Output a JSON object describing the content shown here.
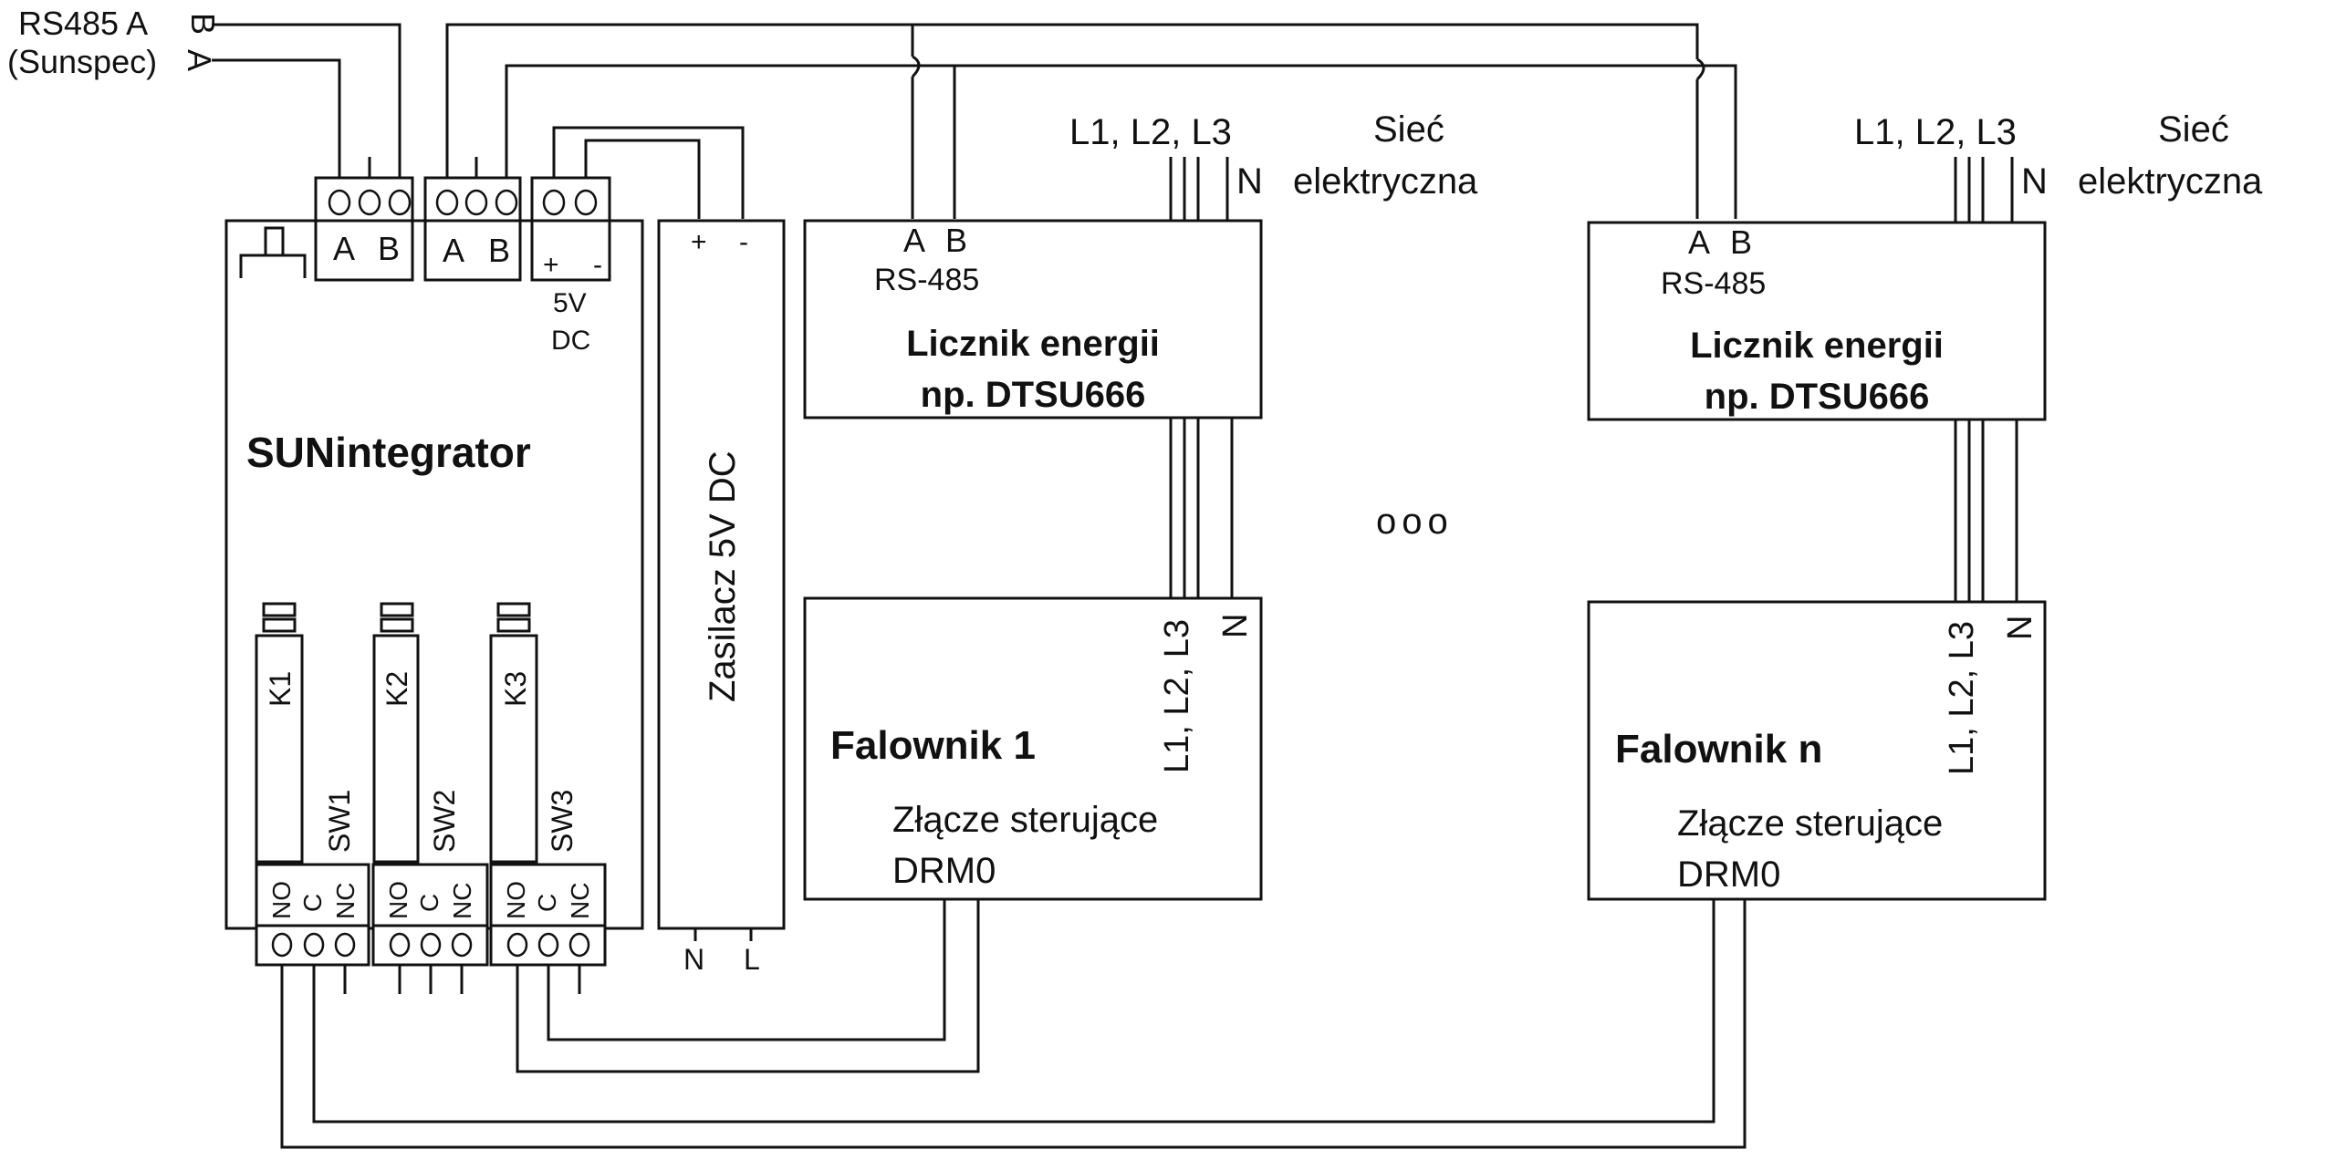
{
  "rs485_input": {
    "label_line1": "RS485 A",
    "label_line2": "(Sunspec)",
    "pin_b": "B",
    "pin_a": "A"
  },
  "integrator": {
    "title": "SUNintegrator",
    "terminal_rs485_1": {
      "a": "A",
      "b": "B"
    },
    "terminal_rs485_2": {
      "a": "A",
      "b": "B"
    },
    "terminal_power": {
      "plus": "+",
      "minus": "-",
      "label_line1": "5V",
      "label_line2": "DC"
    },
    "relays": [
      {
        "name": "K1",
        "switch": "SW1",
        "no": "NO",
        "c": "C",
        "nc": "NC"
      },
      {
        "name": "K2",
        "switch": "SW2",
        "no": "NO",
        "c": "C",
        "nc": "NC"
      },
      {
        "name": "K3",
        "switch": "SW3",
        "no": "NO",
        "c": "C",
        "nc": "NC"
      }
    ]
  },
  "power_supply": {
    "title": "Zasilacz 5V DC",
    "plus": "+",
    "minus": "-",
    "n": "N",
    "l": "L"
  },
  "meters": [
    {
      "pin_a": "A",
      "pin_b": "B",
      "bus": "RS-485",
      "title_line1": "Licznik energii",
      "title_line2": "np. DTSU666",
      "phases": "L1, L2, L3",
      "neutral": "N",
      "grid_line1": "Sieć",
      "grid_line2": "elektryczna"
    },
    {
      "pin_a": "A",
      "pin_b": "B",
      "bus": "RS-485",
      "title_line1": "Licznik energii",
      "title_line2": "np. DTSU666",
      "phases": "L1, L2, L3",
      "neutral": "N",
      "grid_line1": "Sieć",
      "grid_line2": "elektryczna"
    }
  ],
  "inverters": [
    {
      "title": "Falownik 1",
      "phases": "L1, L2, L3",
      "neutral": "N",
      "connector_line1": "Złącze sterujące",
      "connector_line2": "DRM0"
    },
    {
      "title": "Falownik n",
      "phases": "L1, L2, L3",
      "neutral": "N",
      "connector_line1": "Złącze sterujące",
      "connector_line2": "DRM0"
    }
  ],
  "ellipsis": "ooo"
}
